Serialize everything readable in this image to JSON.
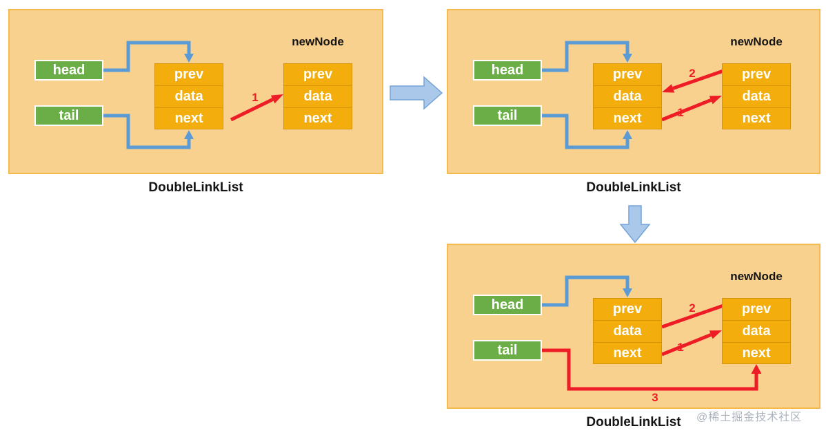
{
  "shared": {
    "head_label": "head",
    "tail_label": "tail",
    "cells": [
      "prev",
      "data",
      "next"
    ],
    "new_node_title": "newNode"
  },
  "panels": [
    {
      "name": "step-1-link-next",
      "step1": "1"
    },
    {
      "name": "step-2-link-prev",
      "step1": "1",
      "step2": "2"
    },
    {
      "name": "step-3-move-tail",
      "step1": "1",
      "step2": "2",
      "step3": "3"
    }
  ],
  "captions": [
    "DoubleLinkList",
    "DoubleLinkList",
    "DoubleLinkList"
  ],
  "watermark": "@稀土掘金技术社区",
  "colors": {
    "panel_bg": "#F9D18F",
    "panel_border": "#F4BB4C",
    "node_fill": "#F3AE0D",
    "node_border": "#D5940A",
    "pointer_green": "#6BAD47",
    "connector_blue": "#5B9BD5",
    "flow_arrow_fill": "#AAC9EA",
    "flow_arrow_stroke": "#74A3D6",
    "step_red": "#EE1C25",
    "text_dark": "#151515",
    "text_light": "#FFFFFF"
  }
}
